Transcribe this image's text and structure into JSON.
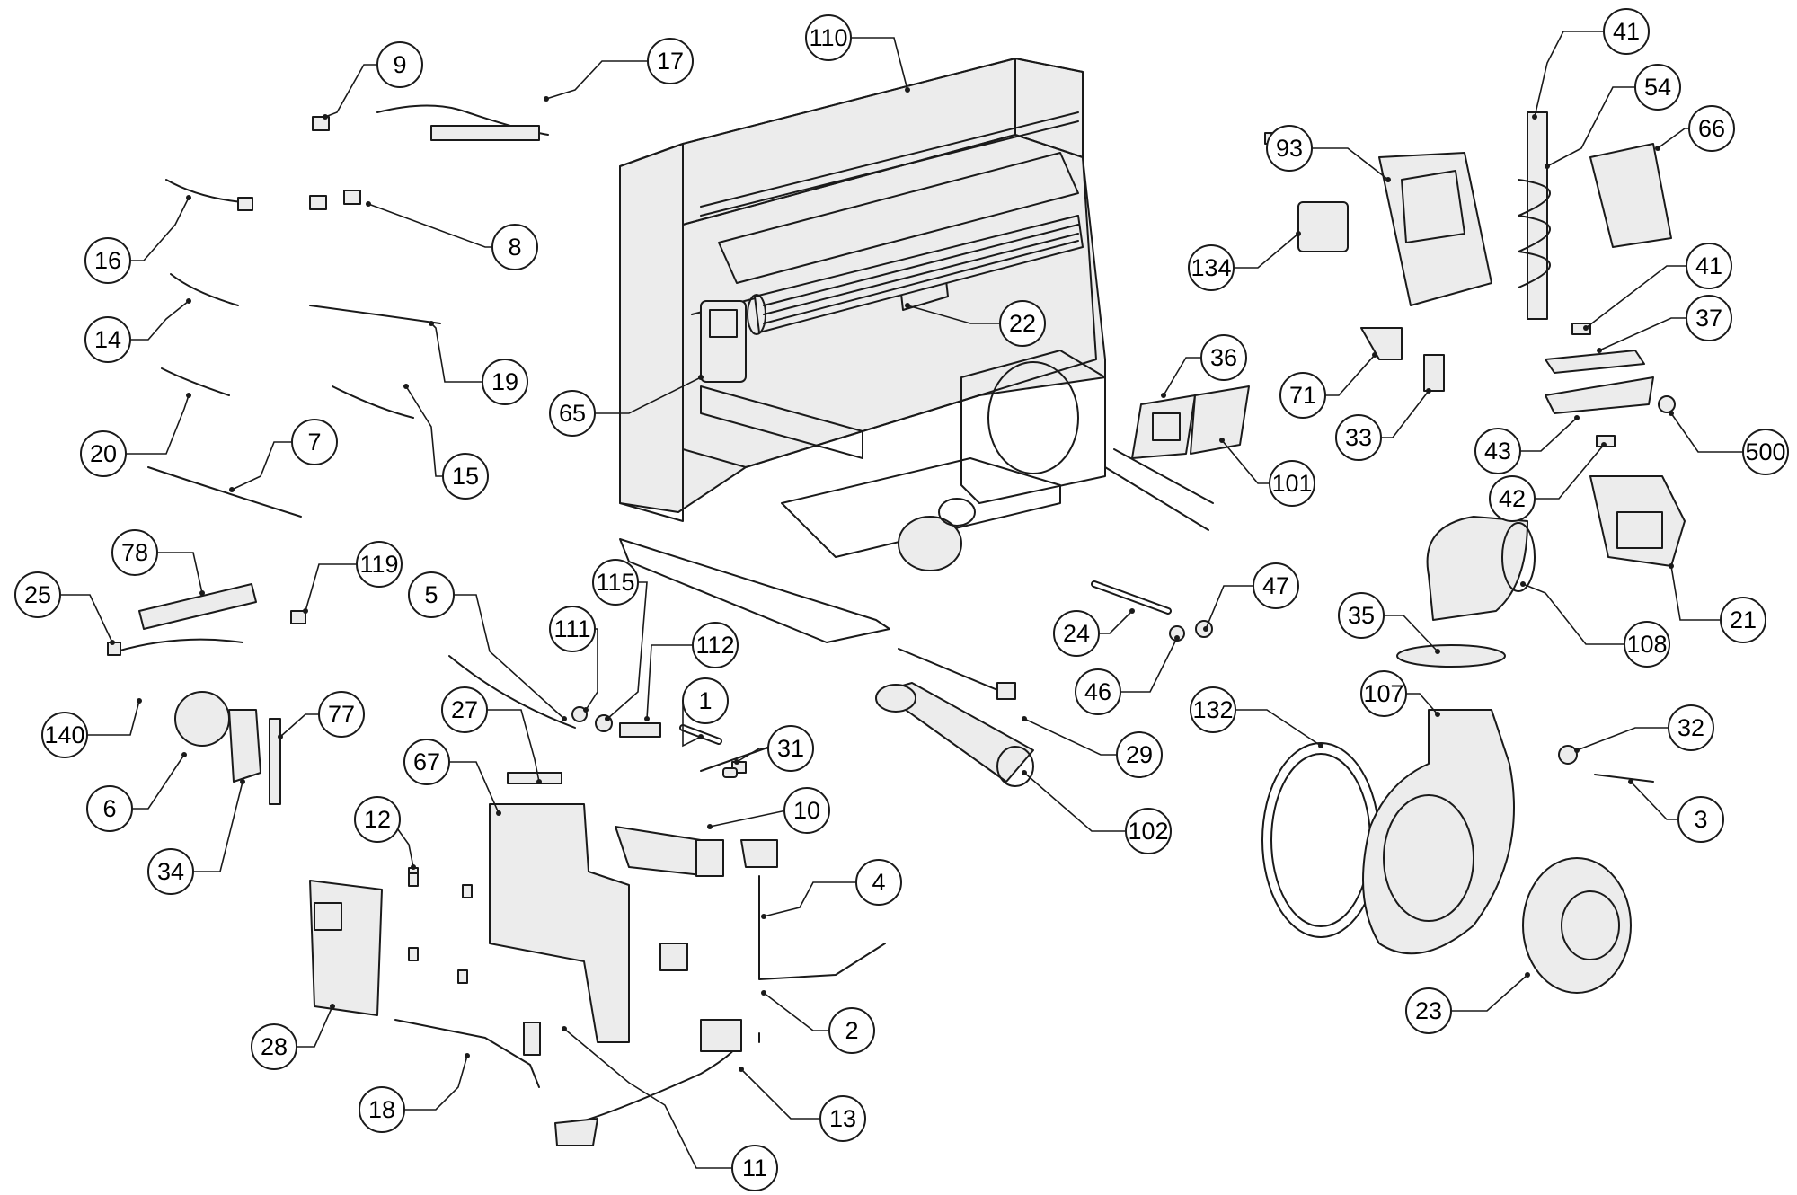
{
  "diagram": {
    "type": "exploded-parts-diagram",
    "callouts": [
      "1",
      "2",
      "3",
      "4",
      "5",
      "6",
      "7",
      "8",
      "9",
      "10",
      "11",
      "12",
      "13",
      "14",
      "15",
      "16",
      "17",
      "18",
      "19",
      "20",
      "21",
      "22",
      "23",
      "24",
      "25",
      "27",
      "28",
      "29",
      "31",
      "32",
      "33",
      "34",
      "35",
      "36",
      "37",
      "41",
      "41",
      "42",
      "43",
      "46",
      "47",
      "54",
      "65",
      "66",
      "67",
      "71",
      "77",
      "78",
      "93",
      "101",
      "102",
      "107",
      "108",
      "110",
      "111",
      "112",
      "115",
      "119",
      "132",
      "134",
      "140",
      "500"
    ]
  }
}
